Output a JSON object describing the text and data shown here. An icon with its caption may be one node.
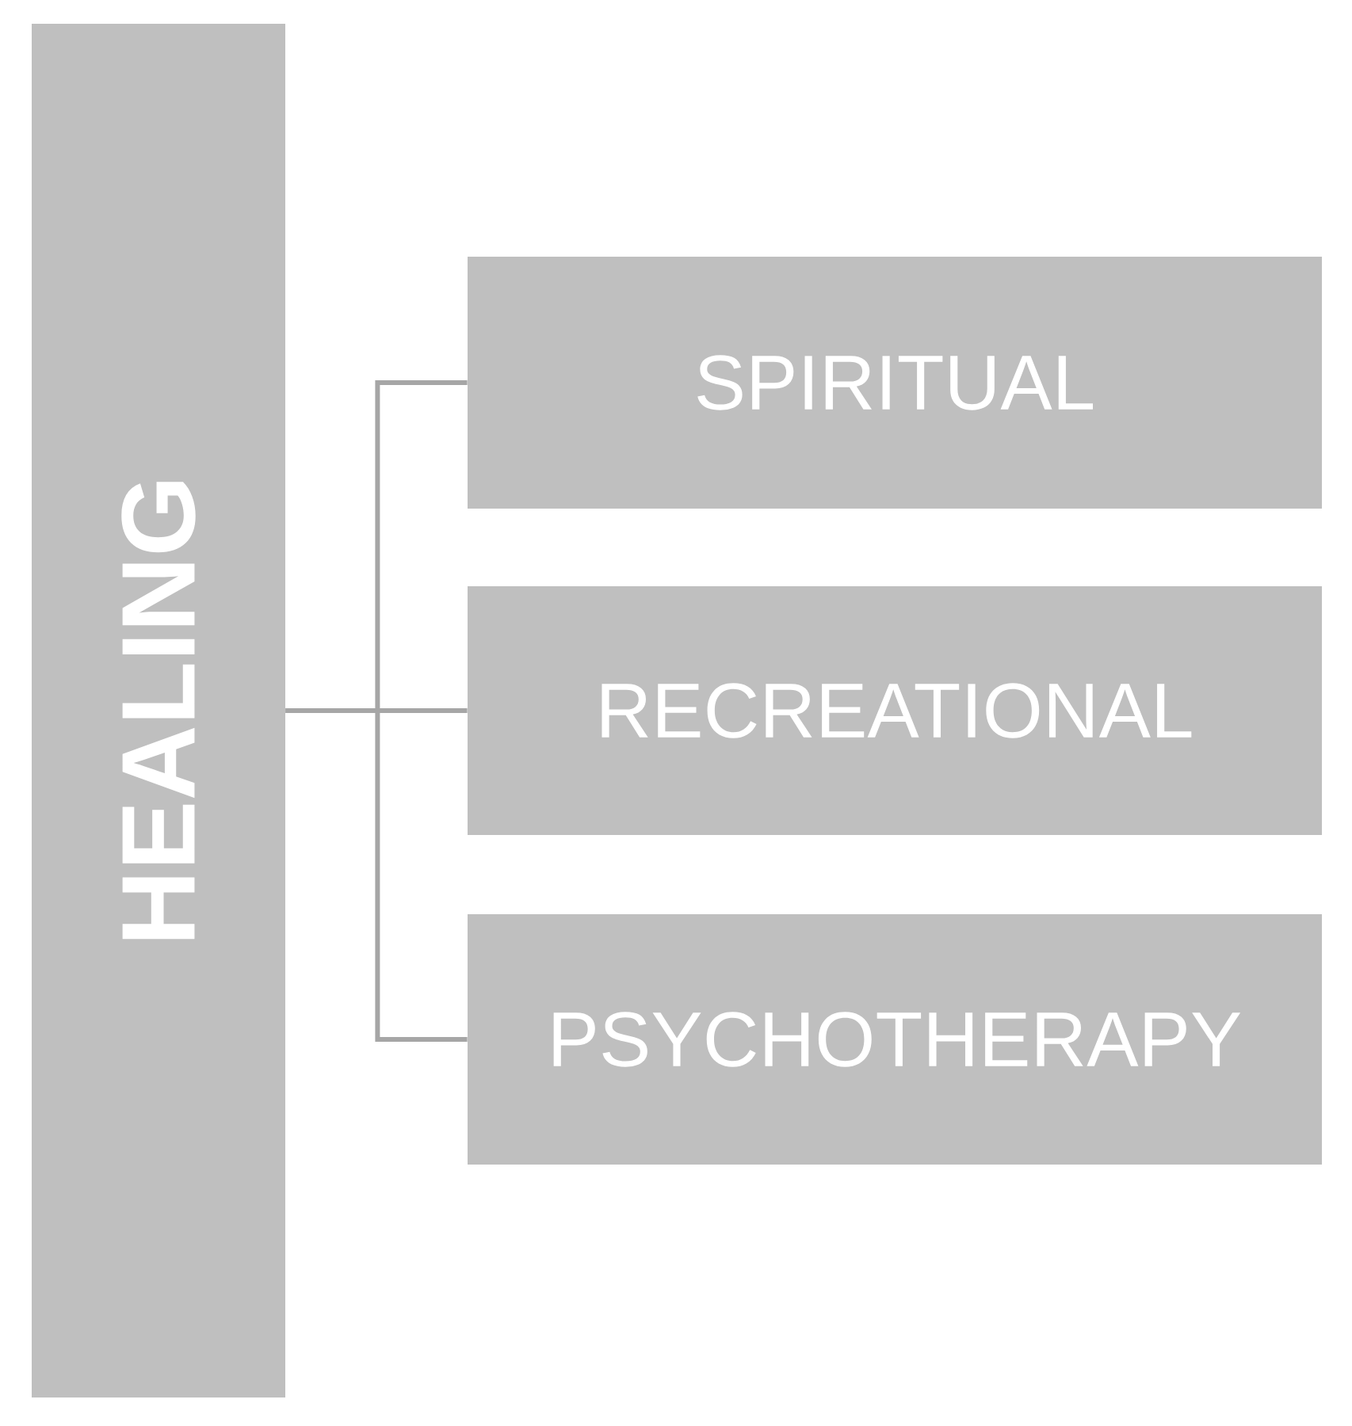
{
  "diagram": {
    "nodes": [
      {
        "text": [
          "HEALING"
        ]
      },
      {
        "text": [
          "SPIRITUAL"
        ]
      },
      {
        "text": [
          "RECREATIONAL"
        ]
      },
      {
        "text": [
          "PSYCHOTHERAPY"
        ]
      }
    ],
    "edges": [
      {
        "from": 0,
        "to": 1,
        "arrow": "none"
      },
      {
        "from": 0,
        "to": 2,
        "arrow": "none"
      },
      {
        "from": 0,
        "to": 3,
        "arrow": "none"
      }
    ]
  }
}
